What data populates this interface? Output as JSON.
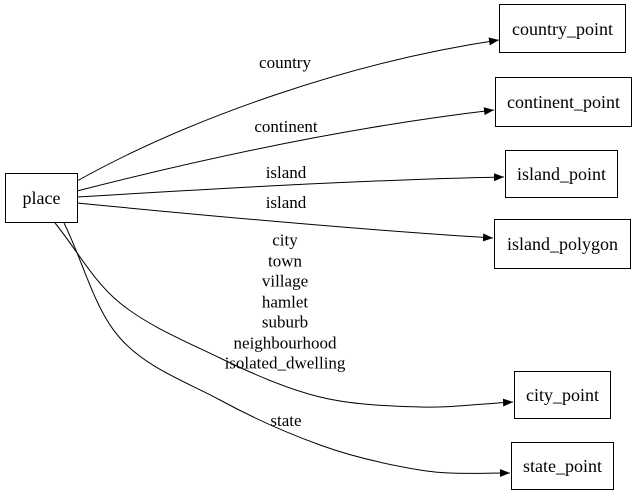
{
  "diagram": {
    "background_color": "#ffffff",
    "line_color": "#000000",
    "nodes": {
      "place": {
        "label": "place"
      },
      "country_point": {
        "label": "country_point"
      },
      "continent_point": {
        "label": "continent_point"
      },
      "island_point": {
        "label": "island_point"
      },
      "island_polygon": {
        "label": "island_polygon"
      },
      "city_point": {
        "label": "city_point"
      },
      "state_point": {
        "label": "state_point"
      }
    },
    "edges": [
      {
        "from": "place",
        "to": "country_point",
        "label": "country"
      },
      {
        "from": "place",
        "to": "continent_point",
        "label": "continent"
      },
      {
        "from": "place",
        "to": "island_point",
        "label": "island"
      },
      {
        "from": "place",
        "to": "island_polygon",
        "label": "island"
      },
      {
        "from": "place",
        "to": "city_point",
        "label": "city\ntown\nvillage\nhamlet\nsuburb\nneighbourhood\nisolated_dwelling"
      },
      {
        "from": "place",
        "to": "state_point",
        "label": "state"
      }
    ]
  }
}
